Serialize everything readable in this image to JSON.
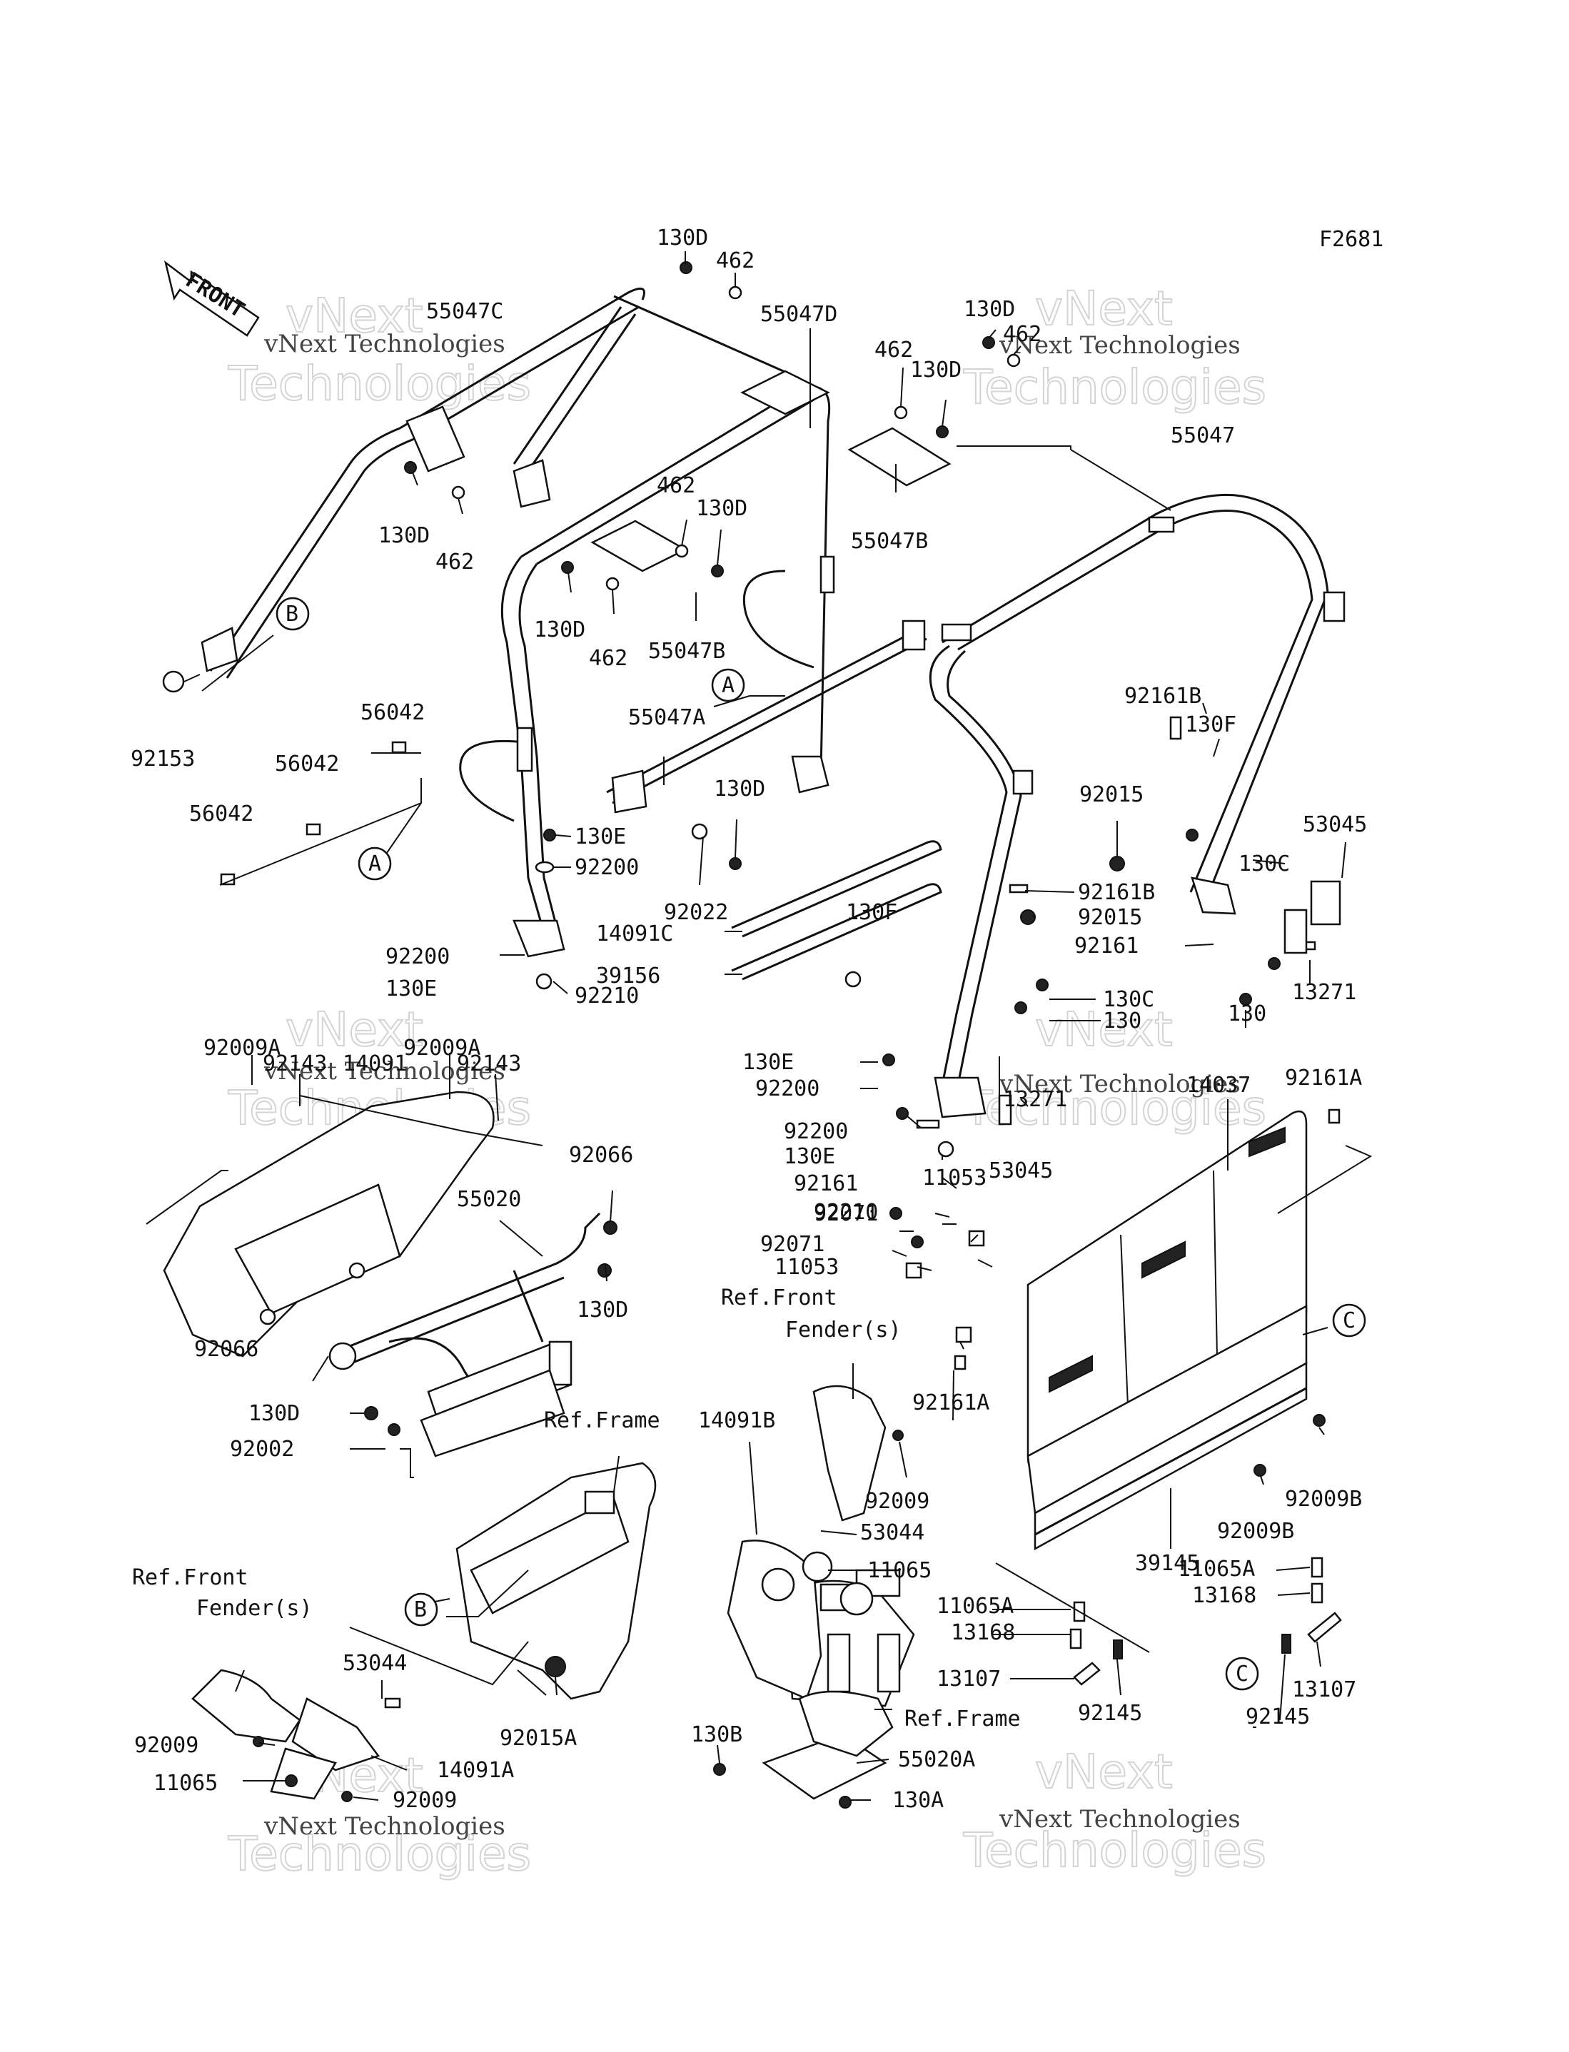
{
  "figure_code": "F2681",
  "front_arrow_label": "FRONT",
  "watermark": {
    "line1": "vNext Technologies",
    "line2": "Technologies",
    "big_text": "vNext"
  },
  "callouts": [
    "A",
    "B",
    "C"
  ],
  "labels": [
    "130D",
    "462",
    "55047C",
    "55047D",
    "130D",
    "462",
    "462",
    "130D",
    "55047",
    "130D",
    "462",
    "462",
    "130D",
    "55047B",
    "130D",
    "462",
    "55047B",
    "92153",
    "56042",
    "56042",
    "56042",
    "55047A",
    "130D",
    "130E",
    "92200",
    "92022",
    "14091C",
    "39156",
    "92200",
    "130E",
    "92210",
    "92161B",
    "130F",
    "92015",
    "53045",
    "130C",
    "92161B",
    "92015",
    "92161",
    "130",
    "13271",
    "130F",
    "130C",
    "130",
    "130E",
    "92200",
    "13271",
    "92200",
    "130E",
    "92161",
    "53045",
    "92210",
    "92009A",
    "92143",
    "14091",
    "92009A",
    "92143",
    "14037",
    "92161A",
    "92066",
    "55020",
    "11053",
    "92071",
    "92071",
    "11053",
    "Ref.Front",
    "Fender(s)",
    "130D",
    "92066",
    "130D",
    "92002",
    "Ref.Frame",
    "14091B",
    "92161A",
    "92009",
    "53044",
    "11065",
    "92009B",
    "92009B",
    "39145",
    "11065A",
    "13168",
    "11065A",
    "13168",
    "Ref.Front",
    "Fender(s)",
    "53044",
    "92009",
    "11065",
    "92015A",
    "14091A",
    "92009",
    "13107",
    "92145",
    "13107",
    "92145",
    "130B",
    "Ref.Frame",
    "55020A",
    "130A"
  ]
}
